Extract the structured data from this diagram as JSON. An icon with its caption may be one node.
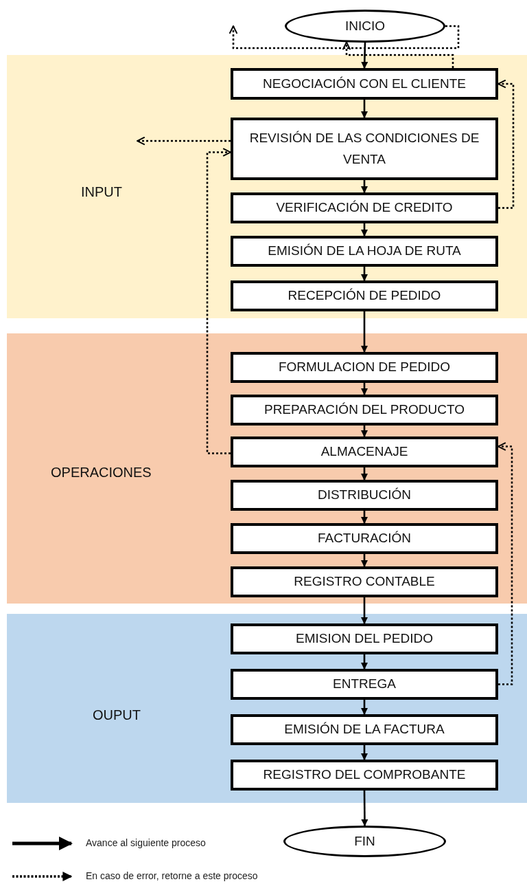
{
  "diagram": {
    "nodes": [
      {
        "text": [
          "INICIO"
        ]
      },
      {
        "text": [
          "INPUT"
        ]
      },
      {
        "text": [
          "NEGOCIACIÓN CON EL CLIENTE"
        ],
        "in": 1
      },
      {
        "text": [
          "REVISIÓN DE LAS CONDICIONES DE VENTA"
        ],
        "in": 1
      },
      {
        "text": [
          "VERIFICACIÓN DE CREDITO"
        ],
        "in": 1
      },
      {
        "text": [
          "EMISIÓN DE LA HOJA DE RUTA"
        ],
        "in": 1
      },
      {
        "text": [
          "RECEPCIÓN DE PEDIDO"
        ],
        "in": 1
      },
      {
        "text": [
          "OPERACIONES"
        ]
      },
      {
        "text": [
          "FORMULACION DE PEDIDO"
        ],
        "in": 7
      },
      {
        "text": [
          "PREPARACIÓN DEL PRODUCTO"
        ],
        "in": 7
      },
      {
        "text": [
          "ALMACENAJE"
        ],
        "in": 7
      },
      {
        "text": [
          "DISTRIBUCIÓN"
        ],
        "in": 7
      },
      {
        "text": [
          "FACTURACIÓN"
        ],
        "in": 7
      },
      {
        "text": [
          "REGISTRO CONTABLE"
        ],
        "in": 7
      },
      {
        "text": [
          "OUPUT"
        ]
      },
      {
        "text": [
          "EMISION DEL PEDIDO"
        ],
        "in": 14
      },
      {
        "text": [
          "ENTREGA"
        ],
        "in": 14
      },
      {
        "text": [
          "EMISIÓN DE LA FACTURA"
        ],
        "in": 14
      },
      {
        "text": [
          "REGISTRO DEL COMPROBANTE"
        ],
        "in": 14
      },
      {
        "text": [
          "FIN"
        ]
      }
    ],
    "edges": [
      {
        "from": 0,
        "to": 2,
        "arrow": "to"
      },
      {
        "from": 2,
        "to": 3,
        "arrow": "to"
      },
      {
        "from": 3,
        "to": 4,
        "arrow": "to"
      },
      {
        "from": 4,
        "to": 5,
        "arrow": "to"
      },
      {
        "from": 5,
        "to": 6,
        "arrow": "to"
      },
      {
        "from": 6,
        "to": 8,
        "arrow": "to"
      },
      {
        "from": 8,
        "to": 9,
        "arrow": "to"
      },
      {
        "from": 9,
        "to": 10,
        "arrow": "to"
      },
      {
        "from": 10,
        "to": 11,
        "arrow": "to"
      },
      {
        "from": 11,
        "to": 12,
        "arrow": "to"
      },
      {
        "from": 12,
        "to": 13,
        "arrow": "to"
      },
      {
        "from": 13,
        "to": 15,
        "arrow": "to"
      },
      {
        "from": 15,
        "to": 16,
        "arrow": "to"
      },
      {
        "from": 16,
        "to": 17,
        "arrow": "to"
      },
      {
        "from": 17,
        "to": 18,
        "arrow": "to"
      },
      {
        "from": 18,
        "to": 19,
        "arrow": "to"
      },
      {
        "from": 4,
        "to": 2,
        "arrow": "to",
        "style": "dashed"
      },
      {
        "from": 10,
        "to": 3,
        "arrow": "to",
        "style": "dashed"
      },
      {
        "from": 16,
        "to": 10,
        "arrow": "to",
        "style": "dashed"
      },
      {
        "from": 2,
        "to": 0,
        "arrow": "to",
        "style": "dashed"
      },
      {
        "from": 0,
        "to": null,
        "arrow": "to",
        "style": "dashed"
      },
      {
        "from": 3,
        "to": null,
        "arrow": "to",
        "style": "dashed"
      }
    ],
    "legend": [
      {
        "text": "Avance al siguiente proceso"
      },
      {
        "text": "En caso de error, retorne a este proceso"
      }
    ]
  }
}
